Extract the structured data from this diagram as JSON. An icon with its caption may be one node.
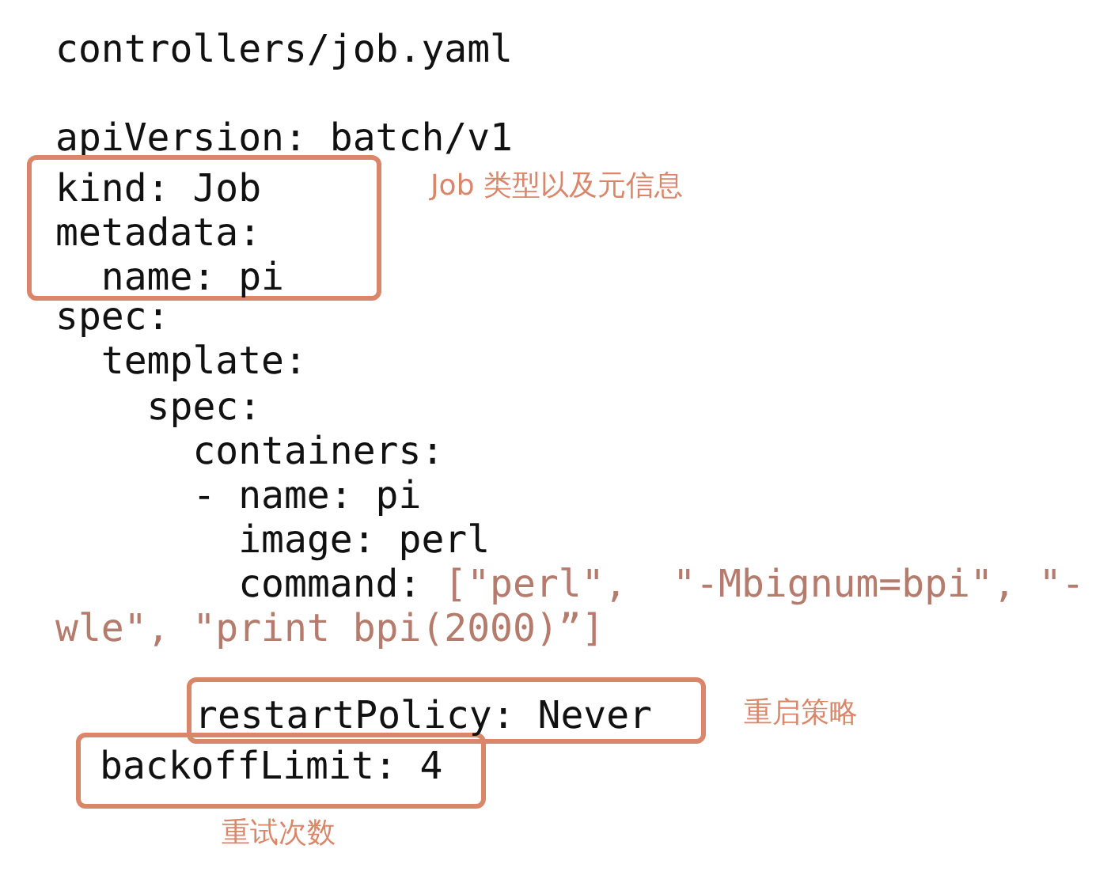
{
  "diagram": {
    "title": "controllers/job.yaml",
    "nodes": [
      {
        "text": [
          "kind: Job",
          "metadata:",
          "name: pi"
        ],
        "beside": [
          "Job 类型以及元信息"
        ]
      },
      {
        "text": [
          "restartPolicy: Never"
        ],
        "beside": [
          "重启策略"
        ]
      },
      {
        "text": [
          "backoffLimit: 4"
        ],
        "beside": [
          "重试次数"
        ]
      }
    ],
    "labels": [
      "apiVersion: batch/v1",
      "spec:",
      "template:",
      "spec:",
      "containers:",
      "- name: pi",
      "image: perl",
      "command:",
      "[\"perl\",  \"-Mbignum=bpi\", \"-wle\", \"print bpi(2000)”]"
    ]
  }
}
